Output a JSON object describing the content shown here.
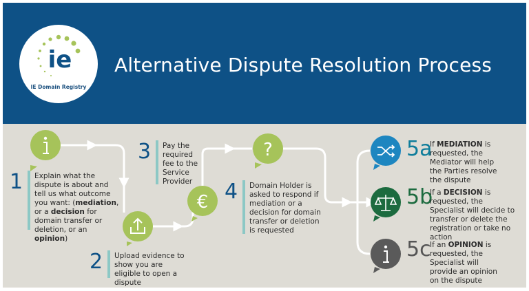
{
  "header": {
    "title": "Alternative Dispute Resolution Process",
    "logo_text": "ie",
    "logo_caption": "IE Domain Registry"
  },
  "colors": {
    "header_bg": "#0e5186",
    "body_bg": "#dedcd5",
    "lime": "#a6c35a",
    "teal": "#8cc8c5",
    "mediation_blue": "#1d86c0",
    "decision_green": "#1c6b3f",
    "opinion_grey": "#5a5a5a"
  },
  "steps": [
    {
      "number": "1",
      "icon": "info-icon",
      "segments": [
        {
          "text": "Explain what the dispute is about and tell us what outcome you want: (",
          "bold": false
        },
        {
          "text": "mediation",
          "bold": true
        },
        {
          "text": ", or a ",
          "bold": false
        },
        {
          "text": "decision",
          "bold": true
        },
        {
          "text": " for domain transfer or deletion, or an ",
          "bold": false
        },
        {
          "text": "opinion",
          "bold": true
        },
        {
          "text": ")",
          "bold": false
        }
      ]
    },
    {
      "number": "2",
      "icon": "upload-icon",
      "segments": [
        {
          "text": "Upload evidence to show you are eligible to open a dispute",
          "bold": false
        }
      ]
    },
    {
      "number": "3",
      "icon": "euro-icon",
      "segments": [
        {
          "text": "Pay the required fee to the Service Provider",
          "bold": false
        }
      ]
    },
    {
      "number": "4",
      "icon": "question-icon",
      "segments": [
        {
          "text": "Domain Holder is asked to respond if mediation or a decision for domain transfer or deletion is requested",
          "bold": false
        }
      ]
    },
    {
      "number": "5a",
      "icon": "shuffle-icon",
      "segments": [
        {
          "text": "If ",
          "bold": false
        },
        {
          "text": "MEDIATION",
          "bold": true
        },
        {
          "text": " is requested, the Mediator will help the Parties resolve the dispute",
          "bold": false
        }
      ]
    },
    {
      "number": "5b",
      "icon": "scales-icon",
      "segments": [
        {
          "text": "If a ",
          "bold": false
        },
        {
          "text": "DECISION",
          "bold": true
        },
        {
          "text": " is requested, the Specialist will decide to transfer or delete the registration or take no action",
          "bold": false
        }
      ]
    },
    {
      "number": "5c",
      "icon": "info-icon",
      "segments": [
        {
          "text": "If an ",
          "bold": false
        },
        {
          "text": "OPINION",
          "bold": true
        },
        {
          "text": " is requested, the Specialist will provide an opinion on the dispute",
          "bold": false
        }
      ]
    }
  ]
}
